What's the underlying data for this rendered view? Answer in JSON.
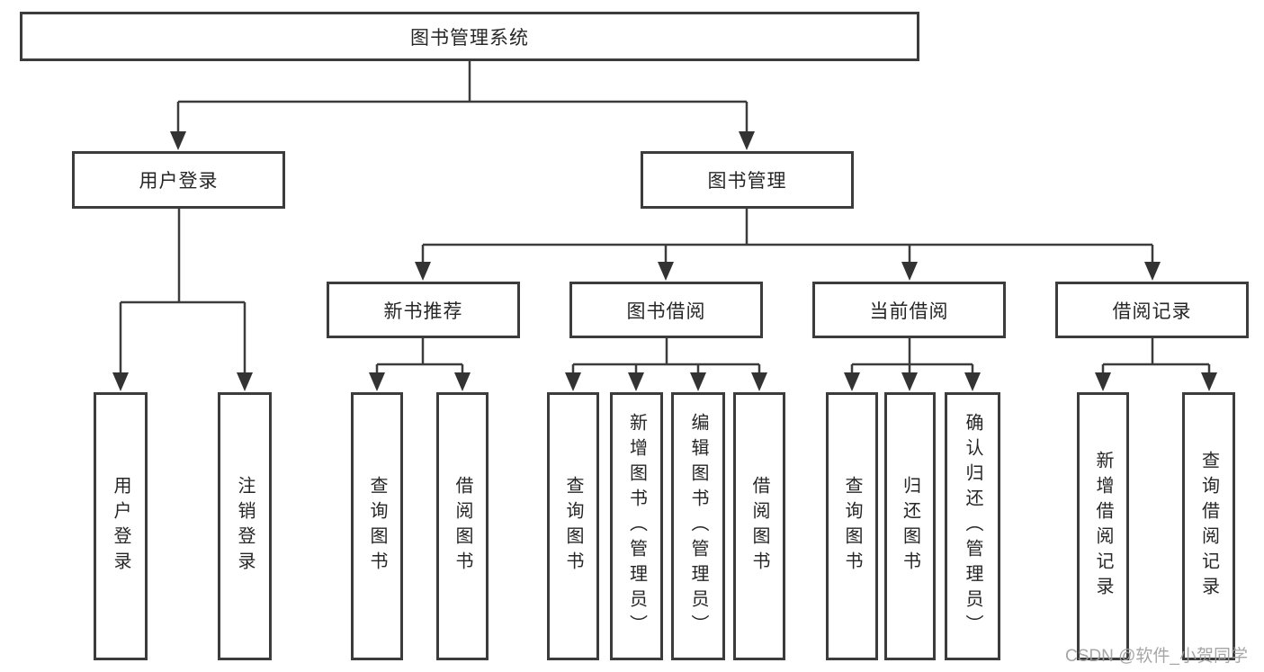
{
  "diagram_title": "图书管理系统",
  "tree": {
    "label": "图书管理系统",
    "children": [
      {
        "label": "用户登录",
        "children": [
          {
            "label": "用户登录"
          },
          {
            "label": "注销登录"
          }
        ]
      },
      {
        "label": "图书管理",
        "children": [
          {
            "label": "新书推荐",
            "children": [
              {
                "label": "查询图书"
              },
              {
                "label": "借阅图书"
              }
            ]
          },
          {
            "label": "图书借阅",
            "children": [
              {
                "label": "查询图书"
              },
              {
                "label": "新增图书（管理员）"
              },
              {
                "label": "编辑图书（管理员）"
              },
              {
                "label": "借阅图书"
              }
            ]
          },
          {
            "label": "当前借阅",
            "children": [
              {
                "label": "查询图书"
              },
              {
                "label": "归还图书"
              },
              {
                "label": "确认归还（管理员）"
              }
            ]
          },
          {
            "label": "借阅记录",
            "children": [
              {
                "label": "新增借阅记录"
              },
              {
                "label": "查询借阅记录"
              }
            ]
          }
        ]
      }
    ]
  },
  "watermark": {
    "text": "CSDN @软件_小贺同学"
  },
  "colors": {
    "line": "#3c3c3c",
    "box_border": "#3c3c3c",
    "text": "#262626",
    "watermark": "#9e9e9e",
    "background": "#ffffff"
  }
}
